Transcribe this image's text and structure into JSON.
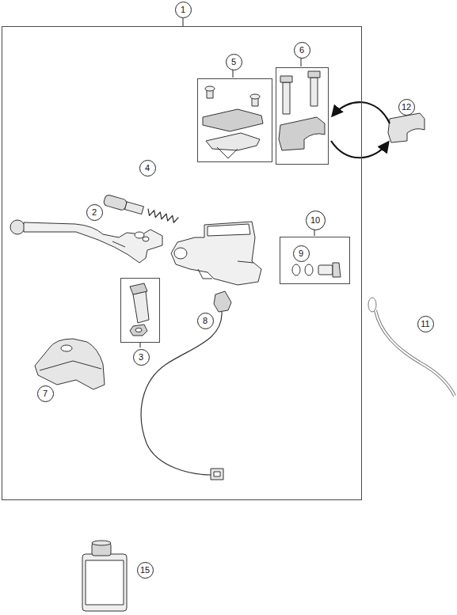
{
  "diagram": {
    "nodes": [
      {
        "text": [
          "1"
        ]
      },
      {
        "text": [
          "5"
        ],
        "in": 0
      },
      {
        "text": [
          "6"
        ],
        "in": 0
      },
      {
        "text": [
          "10"
        ],
        "in": 0
      },
      {
        "text": [
          "3"
        ],
        "in": 0
      }
    ],
    "labels": [
      "12",
      "4",
      "2",
      "9",
      "11",
      "8",
      "7",
      "15"
    ]
  }
}
